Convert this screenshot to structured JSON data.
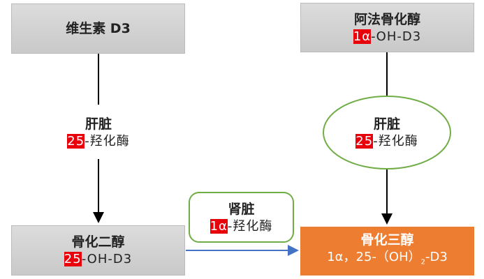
{
  "vitamin_d3": {
    "title": "维生素 D3"
  },
  "alfacalcidol": {
    "title": "阿法骨化醇",
    "hl": "1α",
    "rest": "-OH-D3"
  },
  "liver_left": {
    "title": "肝脏",
    "hl": "25",
    "rest": "-羟化酶"
  },
  "liver_right": {
    "title": "肝脏",
    "hl": "25",
    "rest": "-羟化酶"
  },
  "kidney": {
    "title": "肾脏",
    "hl": "1α",
    "rest": "-羟化酶"
  },
  "calcifediol": {
    "title": "骨化二醇",
    "hl": "25",
    "rest": "-OH-D3"
  },
  "calcitriol": {
    "title": "骨化三醇",
    "pre": "1α，25-（OH）",
    "sub": "2",
    "post": "-D3"
  },
  "colors": {
    "highlight": "#e8000b",
    "orange": "#ed7d31",
    "green": "#70ad47",
    "blue": "#4472c4"
  }
}
